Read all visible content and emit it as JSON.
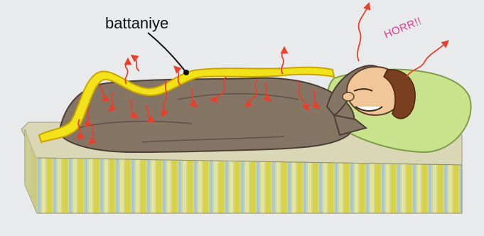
{
  "labels": {
    "blanket": "battaniye",
    "snore": "HORR!!"
  },
  "colors": {
    "background": "#e9eaec",
    "heat_arrow": "#e8402a",
    "blanket": "#f2e21a",
    "blanket_outline": "#c9a400",
    "body": "#857565",
    "mattress_yellow": "#d8d24a",
    "mattress_blue": "#a9c9d2",
    "pillow": "#c9e28c",
    "snore_text": "#e23a8e"
  },
  "icons": [
    "heat-arrow-icon",
    "pointer-line"
  ]
}
